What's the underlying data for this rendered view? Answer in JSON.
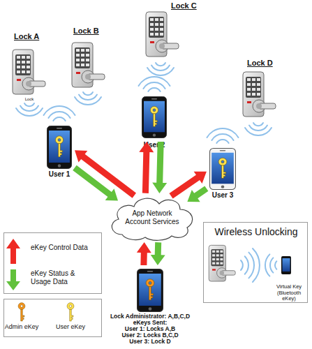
{
  "diagram": {
    "nodes": [
      {
        "text": [
          "Lock A"
        ]
      },
      {
        "text": [
          "Lock B"
        ]
      },
      {
        "text": [
          "Lock C"
        ]
      },
      {
        "text": [
          "Lock D"
        ]
      },
      {
        "text": [
          "User 1"
        ]
      },
      {
        "text": [
          "User 2"
        ]
      },
      {
        "text": [
          "User 3"
        ]
      },
      {
        "text": [
          "App Network Account Services"
        ]
      },
      {
        "text": [
          "Wireless Unlocking",
          "Virtual Key (Bluetooth eKey)"
        ]
      },
      {
        "text": [
          "Lock Administrator: A,B,C,D",
          "eKeys Sent:",
          "User 1: Locks A,B",
          "User 2: Locks B,C,D",
          "User 3: Lock D"
        ]
      }
    ],
    "edges": [
      {
        "from": 7,
        "to": 4,
        "arrow": "to"
      },
      {
        "from": 4,
        "to": 7,
        "arrow": "to"
      },
      {
        "from": 7,
        "to": 5,
        "arrow": "to"
      },
      {
        "from": 5,
        "to": 7,
        "arrow": "to"
      },
      {
        "from": 7,
        "to": 6,
        "arrow": "to"
      },
      {
        "from": 6,
        "to": 7,
        "arrow": "to"
      },
      {
        "from": 9,
        "to": 7,
        "arrow": "to"
      },
      {
        "from": 7,
        "to": 9,
        "arrow": "to"
      }
    ],
    "labels": [
      "Lock"
    ],
    "legend": [
      {
        "text": "eKey Control Data"
      },
      {
        "text": "eKey Status & Usage Data"
      },
      {
        "text": "Admin eKey"
      },
      {
        "text": "User eKey"
      }
    ]
  }
}
